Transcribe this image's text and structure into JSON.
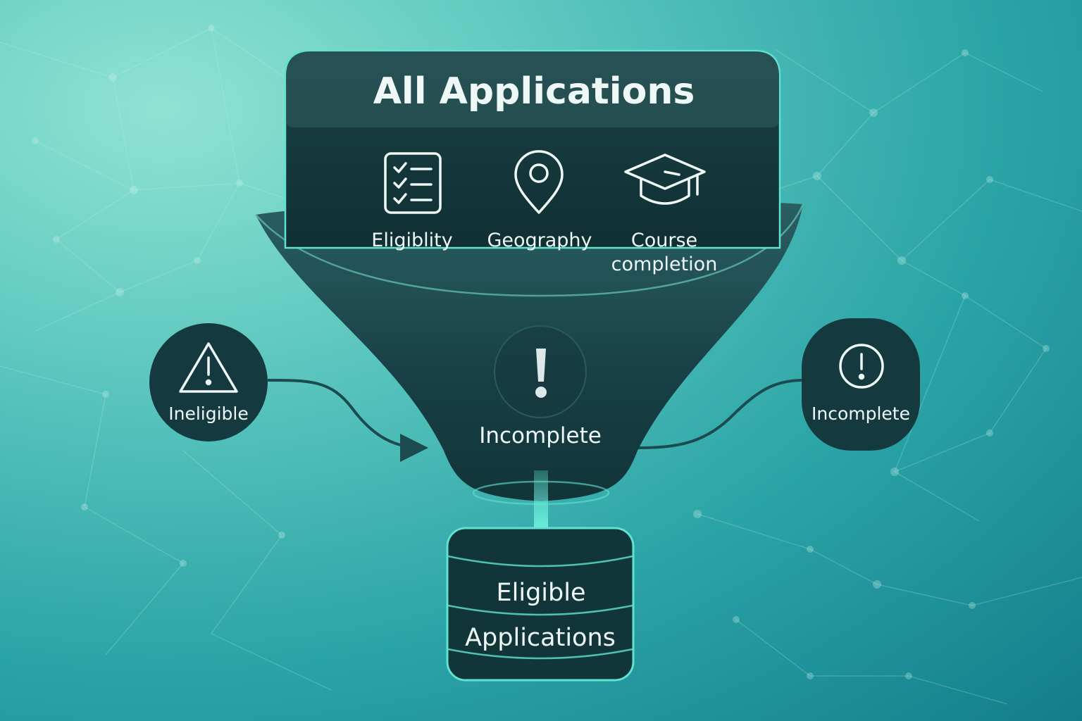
{
  "header": {
    "title": "All Applications"
  },
  "criteria": [
    {
      "label": "Eligiblity",
      "icon": "checklist-icon"
    },
    {
      "label": "Geography",
      "icon": "location-pin-icon"
    },
    {
      "label_line1": "Course",
      "label_line2": "completion",
      "icon": "graduation-cap-icon"
    }
  ],
  "funnel_center": {
    "label": "Incomplete",
    "icon": "exclamation-icon"
  },
  "left_badge": {
    "label": "Ineligible",
    "icon": "warning-triangle-icon"
  },
  "right_badge": {
    "label": "Incomplete",
    "icon": "alert-circle-icon"
  },
  "output": {
    "line1": "Eligible",
    "line2": "Applications",
    "icon": "database-stack-icon"
  },
  "colors": {
    "panel": "#163d42",
    "panel_dark": "#0f3135",
    "accent": "#5fe3d0",
    "text": "#eef8f7"
  }
}
